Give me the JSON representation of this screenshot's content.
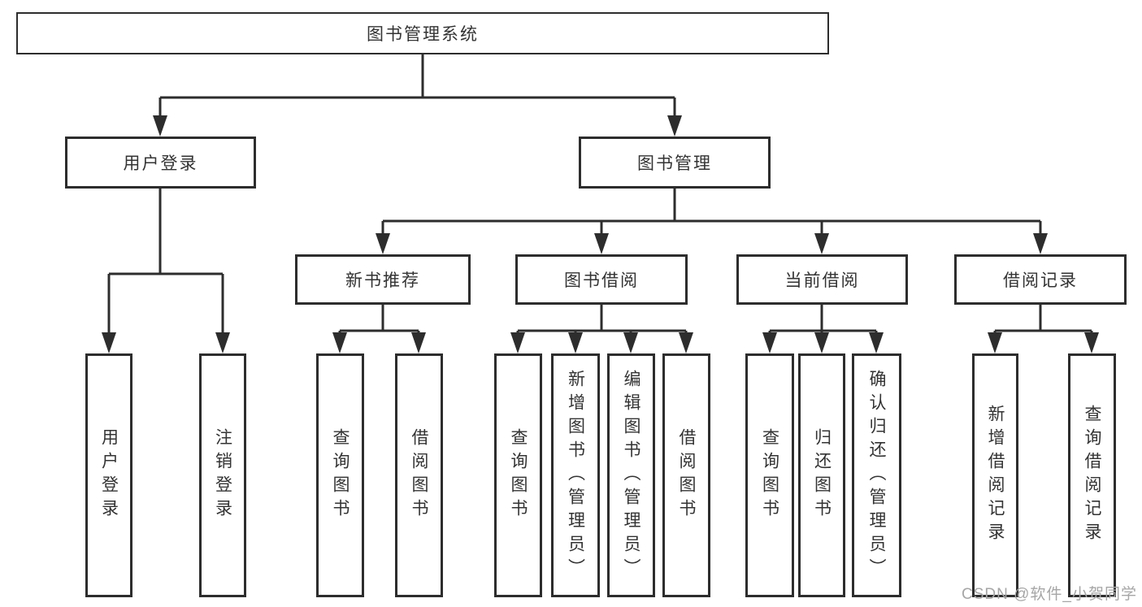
{
  "diagram": {
    "root": {
      "label": "图书管理系统"
    },
    "level2": [
      {
        "label": "用户登录",
        "children": [
          "用户登录",
          "注销登录"
        ]
      },
      {
        "label": "图书管理"
      }
    ],
    "level3": [
      {
        "label": "新书推荐",
        "children": [
          "查询图书",
          "借阅图书"
        ]
      },
      {
        "label": "图书借阅",
        "children": [
          "查询图书",
          "新增图书（管理员）",
          "编辑图书（管理员）",
          "借阅图书"
        ]
      },
      {
        "label": "当前借阅",
        "children": [
          "查询图书",
          "归还图书",
          "确认归还（管理员）"
        ]
      },
      {
        "label": "借阅记录",
        "children": [
          "新增借阅记录",
          "查询借阅记录"
        ]
      }
    ]
  },
  "watermark": {
    "text": "CSDN @软件_小贺同学"
  },
  "colors": {
    "line": "#2d2d2d",
    "box_border": "#2d2d2d",
    "box_fill": "#ffffff",
    "text": "#333333",
    "watermark": "#a6a6a6"
  }
}
